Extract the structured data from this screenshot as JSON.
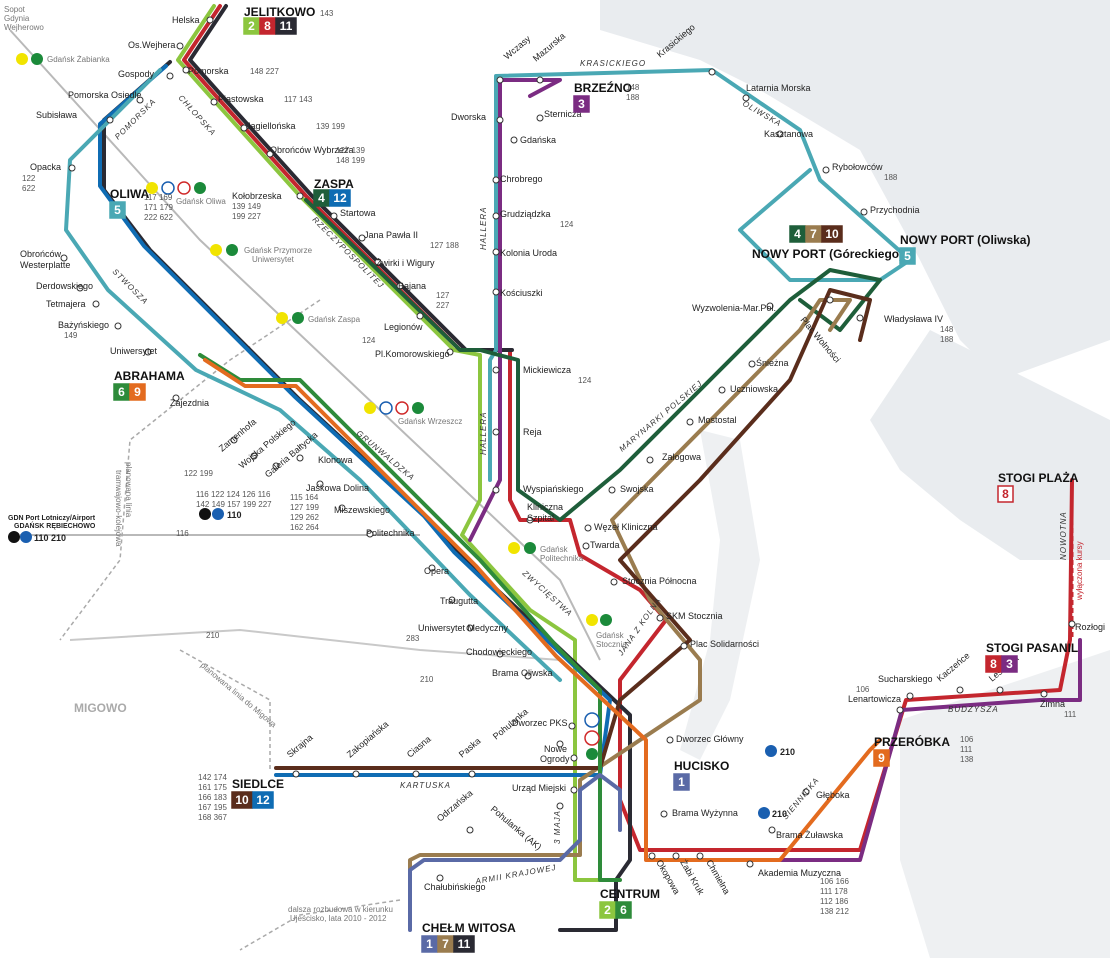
{
  "colors": {
    "l1": "#5a6aa6",
    "l2": "#8cc63f",
    "l3": "#7b2c82",
    "l4": "#1e5e3a",
    "l5": "#4aa8b4",
    "l6": "#2e8b3a",
    "l7": "#9a7c4f",
    "l8": "#c4262e",
    "l9": "#e36b1f",
    "l10": "#5a2d1c",
    "l11": "#2a2a33",
    "l12": "#0f6cb3",
    "water": "#e9ecef",
    "land": "#ffffff"
  },
  "corner_note": [
    "Sopot",
    "Gdynia",
    "Wejherowo"
  ],
  "hubs": {
    "jelitkowo": {
      "name": "JELITKOWO",
      "lines": [
        "2",
        "8",
        "11"
      ],
      "bus": "143"
    },
    "oliwa": {
      "name": "OLIWA",
      "lines": [
        "5"
      ],
      "bus": [
        "117 169",
        "171 179",
        "222 622"
      ]
    },
    "zaspa": {
      "name": "ZASPA",
      "lines": [
        "4",
        "12"
      ]
    },
    "brzezno": {
      "name": "BRZEŹNO",
      "lines": [
        "3"
      ],
      "bus": [
        "148",
        "188"
      ]
    },
    "nowy_port_g": {
      "name": "NOWY PORT (Góreckiego)",
      "lines": [
        "4",
        "7",
        "10"
      ]
    },
    "nowy_port_o": {
      "name": "NOWY PORT (Oliwska)",
      "lines": [
        "5"
      ]
    },
    "abrahama": {
      "name": "ABRAHAMA",
      "lines": [
        "6",
        "9"
      ]
    },
    "stogi_plaza": {
      "name": "STOGI PLAŻA",
      "lines": [
        "8"
      ]
    },
    "stogi_pasanil": {
      "name": "STOGI PASANIL",
      "lines": [
        "8",
        "3"
      ]
    },
    "przerobka": {
      "name": "PRZERÓBKA",
      "lines": [
        "9"
      ],
      "bus": [
        "106",
        "111",
        "138"
      ]
    },
    "hucisko": {
      "name": "HUCISKO",
      "lines": [
        "1"
      ]
    },
    "siedlce": {
      "name": "SIEDLCE",
      "lines": [
        "10",
        "12"
      ],
      "bus": [
        "142 174",
        "161 175",
        "166 183",
        "167 195",
        "168 367"
      ]
    },
    "centrum": {
      "name": "CENTRUM",
      "lines": [
        "2",
        "6"
      ]
    },
    "chelm": {
      "name": "CHEŁM WITOSA",
      "lines": [
        "1",
        "7",
        "11"
      ]
    }
  },
  "stops": {
    "helska": "Helska",
    "oswejhera": "Os.Wejhera",
    "gospody": "Gospody",
    "pomorska": "Pomorska",
    "pomorska_osiedle": "Pomorska Osiedle",
    "subislawa": "Subisława",
    "opacka": "Opacka",
    "piastowska": "Piastowska",
    "jagiellonska": "Jagiellońska",
    "obroncow_wybrzeza": "Obrońców Wybrzeża",
    "kolobrzeska": "Kołobrzeska",
    "startowa": "Startowa",
    "jana_pawla": "Jana Pawła II",
    "zwirki": "Żwirki i Wigury",
    "bajana": "Bajana",
    "legionow": "Legionów",
    "pl_komorowskiego": "Pl.Komorowskiego",
    "obroncow_westerplatte": [
      "Obrońców",
      "Westerplatte"
    ],
    "derdowskiego": "Derdowskiego",
    "tetmajera": "Tetmajera",
    "bazynskiego": "Bażyńskiego",
    "uniwersytet": "Uniwersytet",
    "zajezdnia": "Zajezdnia",
    "wczasy": "Wczasy",
    "mazurska": "Mazurska",
    "dworska": "Dworska",
    "sternicza": "Sternicza",
    "gdanska": "Gdańska",
    "chrobrego": "Chrobrego",
    "grudziadzka": "Grudziądzka",
    "kolonia_uroda": "Kolonia Uroda",
    "kosciuszki": "Kościuszki",
    "mickiewicza": "Mickiewicza",
    "reja": "Reja",
    "wyspianskiego": "Wyspiańskiego",
    "kliniczna_szpital": [
      "Kliniczna",
      "Szpital"
    ],
    "wezel_kliniczna": "Węzeł Kliniczna",
    "twarda": "Twarda",
    "stocznia_polnocna": "Stocznia Północna",
    "skm_stocznia": "SKM Stocznia",
    "plac_solidarnosci": "Plac Solidarności",
    "krasickiego": "Krasickiego",
    "latarnia": "Latarnia Morska",
    "kasztanowa": "Kasztanowa",
    "rybolowcow": "Rybołowców",
    "przychodnia": "Przychodnia",
    "wyzwolenia": "Wyzwolenia-Mar.Pol.",
    "plac_wolnosci": "Plac Wolności",
    "wladyslawa": "Władysława IV",
    "snieżna": "Śnieżna",
    "uczniowska": "Uczniowska",
    "mostostal": "Mostostal",
    "zalogowa": "Załogowa",
    "swojska": "Swojska",
    "zamenhofa": "Zamenhofa",
    "wojska_polskiego": "Wojska Polskiego",
    "galeria_baltycka": "Galeria Bałtycka",
    "klonowa": "Klonowa",
    "jaskowa_dolina": "Jaśkowa Dolina",
    "miszewskiego": "Miszewskiego",
    "politechnika": "Politechnika",
    "opera": "Opera",
    "traugutta": "Traugutta",
    "uniwersytet_medyczny": "Uniwersytet Medyczny",
    "chodowieckiego": "Chodowieckiego",
    "brama_oliwska": "Brama Oliwska",
    "dworzec_pks": "Dworzec PKS",
    "pohulanka": "Pohulanka",
    "nowe_ogrody": [
      "Nowe",
      "Ogrody"
    ],
    "dworzec_glowny": "Dworzec Główny",
    "urzad_miejski": "Urząd Miejski",
    "pohulanka_ak": "Pohulanka (AK)",
    "odrzanska": "Odrzańska",
    "chalubinskiego": "Chałubińskiego",
    "brama_wyzynna": "Brama Wyżynna",
    "okopowa": "Okopowa",
    "zabi_kruk": "Żabi Kruk",
    "chmielna": "Chmielna",
    "akademia": "Akademia Muzyczna",
    "brama_zulawska": "Brama Żuławska",
    "gleboka": "Głęboka",
    "lenartowicza": "Lenartowicza",
    "sucharskiego": "Sucharskiego",
    "kaczencce": "Kaczeńce",
    "lessowa": "Lessowa",
    "zimna": "Zimna",
    "rozlogi": "Rozłogi",
    "skrajna": "Skrajna",
    "zakopianska": "Zakopiańska",
    "ciasna": "Ciasna",
    "paska": "Paska"
  },
  "streets": {
    "pomorska": "POMORSKA",
    "chlopska": "CHŁOPSKA",
    "rzeczypospolitej": "RZECZYPOSPOLITEJ",
    "stwosza": "STWOSZA",
    "hallera": "HALLERA",
    "hallera2": "HALLERA",
    "krasickiego": "KRASICKIEGO",
    "oliwska": "OLIWSKA",
    "grunwaldzka": "GRUNWALDZKA",
    "marynarki": "MARYNARKI POLSKIEJ",
    "zwyciestwa": "ZWYCIĘSTWA",
    "jana_z_kolna": "JANA Z KOLNA",
    "kartuska": "KARTUSKA",
    "trzech_maja": "3 MAJA",
    "armii": "ARMII KRAJOWEJ",
    "siennicka": "SIENNICKA",
    "budzysza": "BUDZYSZA",
    "nowotna": "NOWOTNA"
  },
  "skm": {
    "zabianka": "Gdańsk Żabianka",
    "oliwa": "Gdańsk Oliwa",
    "przymorze": [
      "Gdańsk Przymorze",
      "Uniwersytet"
    ],
    "zaspa": "Gdańsk Zaspa",
    "wrzeszcz": "Gdańsk Wrzeszcz",
    "politechnika": [
      "Gdańsk",
      "Politechnika"
    ],
    "stocznia": [
      "Gdańsk",
      "Stocznia"
    ]
  },
  "bus_labels": {
    "pomorska": "148 227",
    "piastowska": "117 143",
    "jagiellonska": "139 199",
    "obroncow": [
      "127 139",
      "148 199"
    ],
    "kolobrzeska": [
      "139 149",
      "199 227"
    ],
    "opacka": [
      "122",
      "622"
    ],
    "jana_pawla": "127 188",
    "bajana": [
      "127",
      "227"
    ],
    "legionow": "124",
    "grudziadzka": "124",
    "mickiewicza": "124",
    "bazynskiego": "149",
    "rybolowcow": "188",
    "wladyslawa": [
      "148",
      "188"
    ],
    "galeria": "122 199",
    "jaskowa": [
      "115 164",
      "127 199",
      "129 262",
      "162 264"
    ],
    "zamen": [
      "116 122 124 126 116",
      "142 149 157 199 227"
    ],
    "airport_bus": "110",
    "airport_bus2": "110 210",
    "uniw_med": "283",
    "akademia": [
      "106 166",
      "111 178",
      "112 186",
      "138 212"
    ],
    "lenartowicza": "106",
    "zimna": "111",
    "dworzec_bus": "210",
    "brama_bus": "210",
    "to_116": "116",
    "to_210a": "210",
    "to_210b": "210"
  },
  "airport": [
    "GDN Port Lotniczy/Airport",
    "GDAŃSK RĘBIECHOWO"
  ],
  "migowo": "MIGOWO",
  "planned": {
    "migowo": "planowana linia do Migowa",
    "kolejowa": [
      "planowana linia",
      "tramwajowo-kolejowa"
    ],
    "ujescisko": [
      "dalsza rozbudowa w kierunku",
      "Ujeścisko, lata 2010 - 2012"
    ],
    "stogi": "wyłączona kursy"
  }
}
